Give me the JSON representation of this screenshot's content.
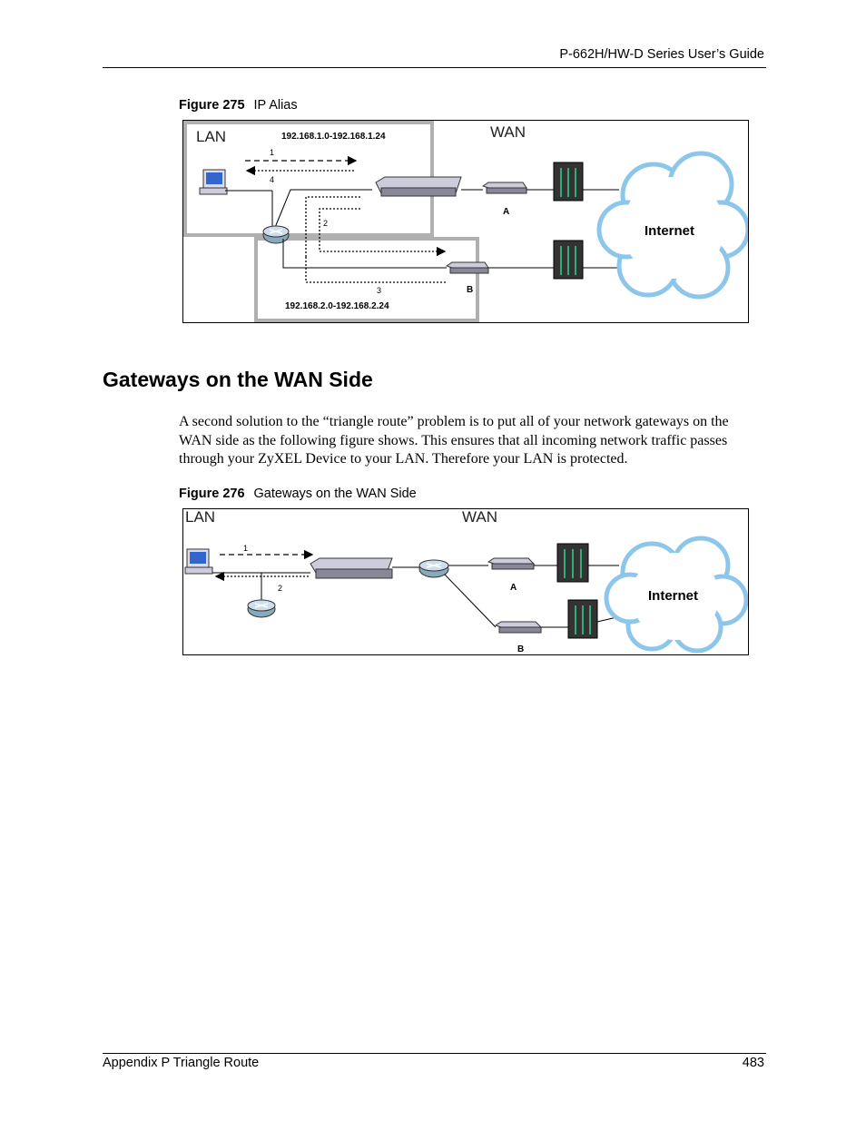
{
  "header": {
    "title": "P-662H/HW-D Series User’s Guide"
  },
  "figure275": {
    "number": "Figure 275",
    "title": "IP Alias",
    "labels": {
      "lan": "LAN",
      "wan": "WAN",
      "lan_range_1": "192.168.1.0-192.168.1.24",
      "lan_range_2": "192.168.2.0-192.168.2.24",
      "internet": "Internet",
      "gateway_a": "A",
      "gateway_b": "B",
      "step_1": "1",
      "step_2": "2",
      "step_3": "3",
      "step_4": "4"
    }
  },
  "section": {
    "heading": "Gateways on the WAN Side",
    "paragraph": "A second solution to the “triangle route” problem is to put all of your network gateways on the WAN side as the following figure shows. This ensures that all incoming network traffic passes through your ZyXEL Device to your LAN. Therefore your LAN is protected."
  },
  "figure276": {
    "number": "Figure 276",
    "title": "Gateways on the WAN Side",
    "labels": {
      "lan": "LAN",
      "wan": "WAN",
      "internet": "Internet",
      "gateway_a": "A",
      "gateway_b": "B",
      "step_1": "1",
      "step_2": "2"
    }
  },
  "footer": {
    "left": "Appendix P Triangle Route",
    "page_number": "483"
  }
}
